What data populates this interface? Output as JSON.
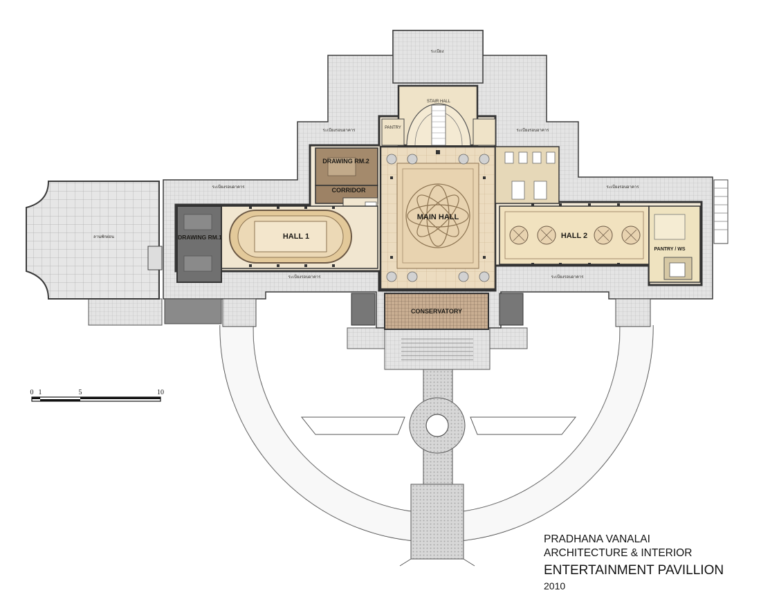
{
  "plan": {
    "rooms": {
      "main_hall": "MAIN HALL",
      "hall_1": "HALL 1",
      "hall_2": "HALL 2",
      "drawing_rm_1": "DRAWING RM.1",
      "drawing_rm_2": "DRAWING RM.2",
      "corridor": "CORRIDOR",
      "conservatory": "CONSERVATORY",
      "stair_hall": "STAIR HALL",
      "pantry_ws": "PANTRY / WS",
      "pantry": "PANTRY"
    },
    "scale_bar": {
      "ticks": [
        "0",
        "1",
        "5",
        "10"
      ]
    }
  },
  "title_block": {
    "designer": "PRADHANA VANALAI",
    "discipline": "ARCHITECTURE & INTERIOR",
    "project": "ENTERTAINMENT PAVILLION",
    "year": "2010"
  },
  "colors": {
    "wall": "#3a3a3a",
    "main_hall_floor": "#e8d3b0",
    "hall_floor": "#e3c99a",
    "hall2_floor": "#f1e2bf",
    "drawing_rm_1": "#707070",
    "drawing_rm_2": "#a48a6c",
    "terrace": "#d9d9d9",
    "conservatory": "#b99d82"
  }
}
